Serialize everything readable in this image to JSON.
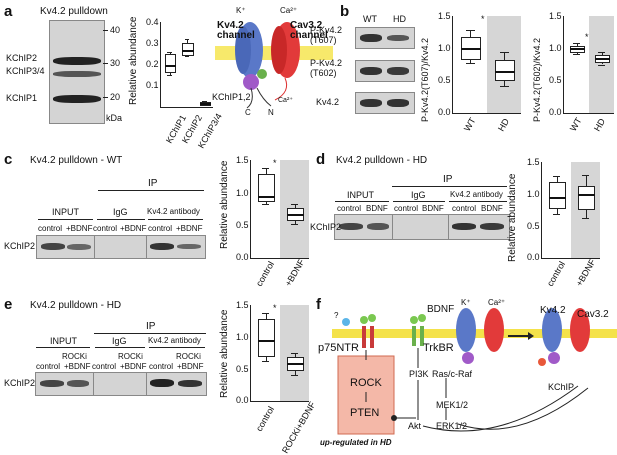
{
  "panels": {
    "a": {
      "label": "a",
      "title": "Kv4.2 pulldown",
      "blot_labels": [
        "KChIP2",
        "KChIP3/4",
        "KChIP1"
      ],
      "mw_markers": [
        "40",
        "30",
        "20"
      ],
      "mw_unit": "kDa",
      "ylabel": "Relative abundance",
      "yticks": [
        "0.4",
        "0.3",
        "0.2",
        "0.1"
      ],
      "categories": [
        "KChIP1",
        "KChIP2",
        "KChIP3/4"
      ],
      "diagram": {
        "kv42": "Kv4.2 channel",
        "cav32": "Cav3.2 channel",
        "kchip": "KChIP1,2",
        "ion_k": "K⁺",
        "ion_ca": "Ca²⁺",
        "ion_ca2": "Ca²⁺",
        "c_label": "C",
        "n_label": "N"
      }
    },
    "b": {
      "label": "b",
      "columns": [
        "WT",
        "HD"
      ],
      "rows": [
        "P-Kv4.2 (T607)",
        "P-Kv4.2 (T602)",
        "Kv4.2"
      ],
      "chart1_ylabel": "P-Kv4.2(T607)/Kv4.2",
      "chart2_ylabel": "P-Kv4.2(T602)/Kv4.2",
      "chart1_yticks": [
        "1.5",
        "1.0",
        "0.5",
        "0.0"
      ],
      "chart2_yticks": [
        "1.5",
        "1.0",
        "0.5",
        "0.0"
      ],
      "categories": [
        "WT",
        "HD"
      ],
      "sig": "*"
    },
    "c": {
      "label": "c",
      "title": "Kv4.2 pulldown - WT",
      "ip": "IP",
      "input": "INPUT",
      "igg": "IgG",
      "ab": "Kv4.2 antibody",
      "lanes": [
        "control",
        "+BDNF",
        "control",
        "+BDNF",
        "control",
        "+BDNF"
      ],
      "row": "KChIP2",
      "ylabel": "Relative abundance",
      "yticks": [
        "1.5",
        "1.0",
        "0.5",
        "0.0"
      ],
      "categories": [
        "control",
        "+BDNF"
      ],
      "sig": "*"
    },
    "d": {
      "label": "d",
      "title": "Kv4.2 pulldown - HD",
      "ip": "IP",
      "input": "INPUT",
      "igg": "IgG",
      "ab": "Kv4.2 antibody",
      "lanes": [
        "control",
        "BDNF",
        "control",
        "BDNF",
        "control",
        "BDNF"
      ],
      "row": "KChIP2",
      "ylabel": "Relative abundance",
      "yticks": [
        "1.5",
        "1.0",
        "0.5",
        "0.0"
      ],
      "categories": [
        "control",
        "+BDNF"
      ]
    },
    "e": {
      "label": "e",
      "title": "Kv4.2 pulldown - HD",
      "ip": "IP",
      "input": "INPUT",
      "igg": "IgG",
      "ab": "Kv4.2 antibody",
      "rocki": [
        "ROCKi",
        "ROCKi",
        "ROCKi"
      ],
      "lanes": [
        "control",
        "+BDNF",
        "control",
        "+BDNF",
        "control",
        "+BDNF"
      ],
      "row": "KChIP2",
      "ylabel": "Relative abundance",
      "yticks": [
        "1.5",
        "1.0",
        "0.5",
        "0.0"
      ],
      "categories": [
        "control",
        "ROCKi+BDNF"
      ],
      "sig": "*"
    },
    "f": {
      "label": "f",
      "q": "?",
      "bdnf": "BDNF",
      "p75": "p75NTR",
      "trkbr": "TrkBR",
      "rock": "ROCK",
      "pten": "PTEN",
      "upreg": "up-regulated in HD",
      "pi3k": "PI3K",
      "rasraf": "Ras/c-Raf",
      "mek": "MEK1/2",
      "erk": "ERK1/2",
      "akt": "Akt",
      "kv42": "Kv4.2",
      "cav32": "Cav3.2",
      "kchip": "KChIP",
      "ion_k": "K⁺",
      "ion_ca": "Ca²⁺"
    }
  },
  "chart_data": [
    {
      "type": "box",
      "panel": "a",
      "categories": [
        "KChIP1",
        "KChIP2",
        "KChIP3/4"
      ],
      "ylim": [
        0,
        0.4
      ],
      "boxes": [
        {
          "min": 0.15,
          "q1": 0.17,
          "median": 0.2,
          "q3": 0.25,
          "max": 0.26
        },
        {
          "min": 0.24,
          "q1": 0.25,
          "median": 0.27,
          "q3": 0.3,
          "max": 0.32
        },
        {
          "min": 0.01,
          "q1": 0.015,
          "median": 0.02,
          "q3": 0.025,
          "max": 0.03
        }
      ]
    },
    {
      "type": "box",
      "panel": "b1",
      "categories": [
        "WT",
        "HD"
      ],
      "ylim": [
        0,
        1.5
      ],
      "boxes": [
        {
          "min": 0.78,
          "q1": 0.85,
          "median": 1.0,
          "q3": 1.18,
          "max": 1.28
        },
        {
          "min": 0.42,
          "q1": 0.52,
          "median": 0.65,
          "q3": 0.82,
          "max": 0.95
        }
      ]
    },
    {
      "type": "box",
      "panel": "b2",
      "categories": [
        "WT",
        "HD"
      ],
      "ylim": [
        0,
        1.5
      ],
      "boxes": [
        {
          "min": 0.92,
          "q1": 0.96,
          "median": 1.0,
          "q3": 1.04,
          "max": 1.08
        },
        {
          "min": 0.75,
          "q1": 0.8,
          "median": 0.85,
          "q3": 0.9,
          "max": 0.94
        }
      ]
    },
    {
      "type": "box",
      "panel": "c",
      "categories": [
        "control",
        "+BDNF"
      ],
      "ylim": [
        0,
        1.5
      ],
      "boxes": [
        {
          "min": 0.82,
          "q1": 0.88,
          "median": 0.95,
          "q3": 1.28,
          "max": 1.38
        },
        {
          "min": 0.52,
          "q1": 0.6,
          "median": 0.68,
          "q3": 0.76,
          "max": 0.82
        }
      ]
    },
    {
      "type": "box",
      "panel": "d",
      "categories": [
        "control",
        "+BDNF"
      ],
      "ylim": [
        0,
        1.5
      ],
      "boxes": [
        {
          "min": 0.68,
          "q1": 0.8,
          "median": 0.95,
          "q3": 1.18,
          "max": 1.28
        },
        {
          "min": 0.62,
          "q1": 0.78,
          "median": 1.0,
          "q3": 1.12,
          "max": 1.3
        }
      ]
    },
    {
      "type": "box",
      "panel": "e",
      "categories": [
        "control",
        "ROCKi+BDNF"
      ],
      "ylim": [
        0,
        1.5
      ],
      "boxes": [
        {
          "min": 0.62,
          "q1": 0.72,
          "median": 0.95,
          "q3": 1.28,
          "max": 1.38
        },
        {
          "min": 0.4,
          "q1": 0.5,
          "median": 0.6,
          "q3": 0.68,
          "max": 0.75
        }
      ]
    }
  ]
}
